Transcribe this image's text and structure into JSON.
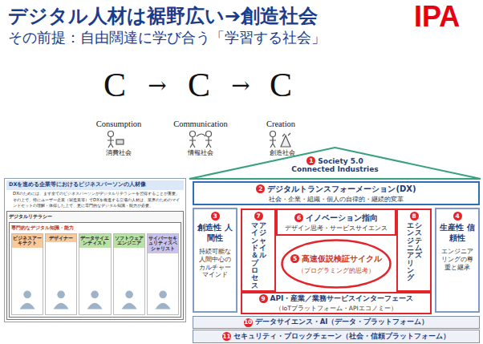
{
  "diagram": {
    "title": "デジタル人材は裾野広い➔創造社会",
    "nodes": [
      {
        "text": [
          "DXを進める企業等におけるビジネスパーソンの人材像",
          "DXのためには、まず全てのビジネスパーソンがデジタルリテラシーを習得することが重要。",
          "その上で、特にユーザー企業（製造業等）でDXを推進する立場の人材は、業界のためのマインドセットの理解・体得した上で、更に専門的なデジタル知識・能力が必要。"
        ]
      },
      {
        "text": [
          "デジタルリテラシー"
        ],
        "in": 0
      },
      {
        "text": [
          "専門的なデジタル知識・能力"
        ],
        "in": 1
      },
      {
        "text": [
          "ビジネスアーキテクト"
        ],
        "in": 2
      },
      {
        "text": [
          "デザイナー"
        ],
        "in": 2
      },
      {
        "text": [
          "データサイエンティスト"
        ],
        "in": 2
      },
      {
        "text": [
          "ソフトウェアエンジニア"
        ],
        "in": 2
      },
      {
        "text": [
          "サイバーセキュリティスペシャリスト"
        ],
        "in": 2
      },
      {
        "text": [
          "1",
          "Society 5.0",
          "Connected Industries"
        ]
      },
      {
        "text": [
          "2",
          "デジタルトランスフォーメーション(DX)",
          "社会・企業・組織・個人の自律的・継続的変革"
        ]
      },
      {
        "text": [
          "3",
          "創造性 人間性",
          "持続可能な人間中心のカルチャーマインド"
        ]
      },
      {
        "text": [
          "4",
          "生産性 信頼性",
          "エンジニアリングの尊重と継承"
        ]
      },
      {
        "text": [
          "5",
          "高速仮説検証サイクル",
          "（プログラミング的思考）"
        ]
      },
      {
        "text": [
          "6",
          "イノベーション指向",
          "デザイン思考・サービスサイエンス"
        ]
      },
      {
        "text": [
          "7",
          "アジャイル",
          "マインド＆プロセス"
        ]
      },
      {
        "text": [
          "8",
          "システムズ",
          "エンジニアリング"
        ]
      },
      {
        "text": [
          "9",
          "API・産業／業務サービスインターフェース",
          "（IoTプラットフォーム・APIエコノミー）"
        ]
      },
      {
        "text": [
          "10",
          "データサイエンス・AI（データ・プラットフォーム）"
        ]
      },
      {
        "text": [
          "11",
          "セキュリティ・ブロックチェーン（社会・信頼プラットフォーム）"
        ]
      }
    ],
    "labels": [
      "IPA",
      "その前提：自由闊達に学び合う「学習する社会」",
      "C",
      "→",
      "C",
      "→",
      "C",
      "Consumption",
      "Communication",
      "Creation",
      "消費社会",
      "情報社会",
      "創造社会"
    ]
  }
}
